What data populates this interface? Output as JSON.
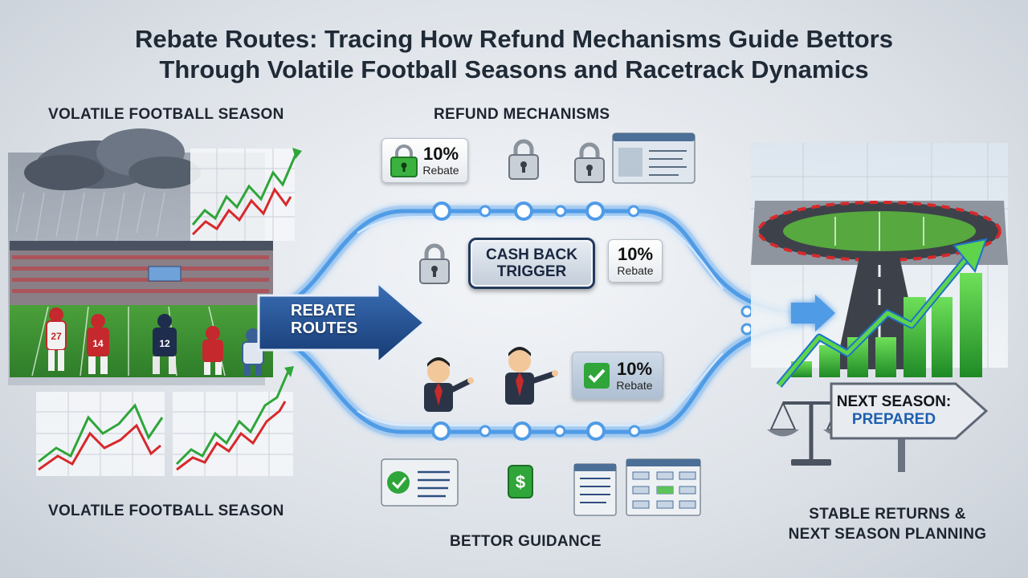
{
  "title": {
    "line1": "Rebate Routes: Tracing How Refund Mechanisms Guide Bettors",
    "line2": "Through Volatile Football Seasons and Racetrack Dynamics"
  },
  "labels": {
    "volatile_top": "VOLATILE FOOTBALL SEASON",
    "volatile_bottom": "VOLATILE FOOTBALL SEASON",
    "refund_mechanisms": "REFUND MECHANISMS",
    "bettor_guidance": "BETTOR GUIDANCE",
    "stable_line1": "STABLE RETURNS &",
    "stable_line2": "NEXT SEASON PLANNING"
  },
  "rebate_tag": {
    "percent": "10%",
    "word": "Rebate"
  },
  "trigger": {
    "line1": "CASH BACK",
    "line2": "TRIGGER"
  },
  "rebate_routes": {
    "line1": "REBATE",
    "line2": "ROUTES"
  },
  "next_season": {
    "line1": "NEXT SEASON:",
    "line2": "PREPARED"
  },
  "jerseys": [
    "27",
    "14",
    "12"
  ],
  "colors": {
    "route": "#5aa7f0",
    "accent_green": "#2fa53a",
    "accent_red": "#d8292b",
    "navy": "#1e3a6e"
  }
}
